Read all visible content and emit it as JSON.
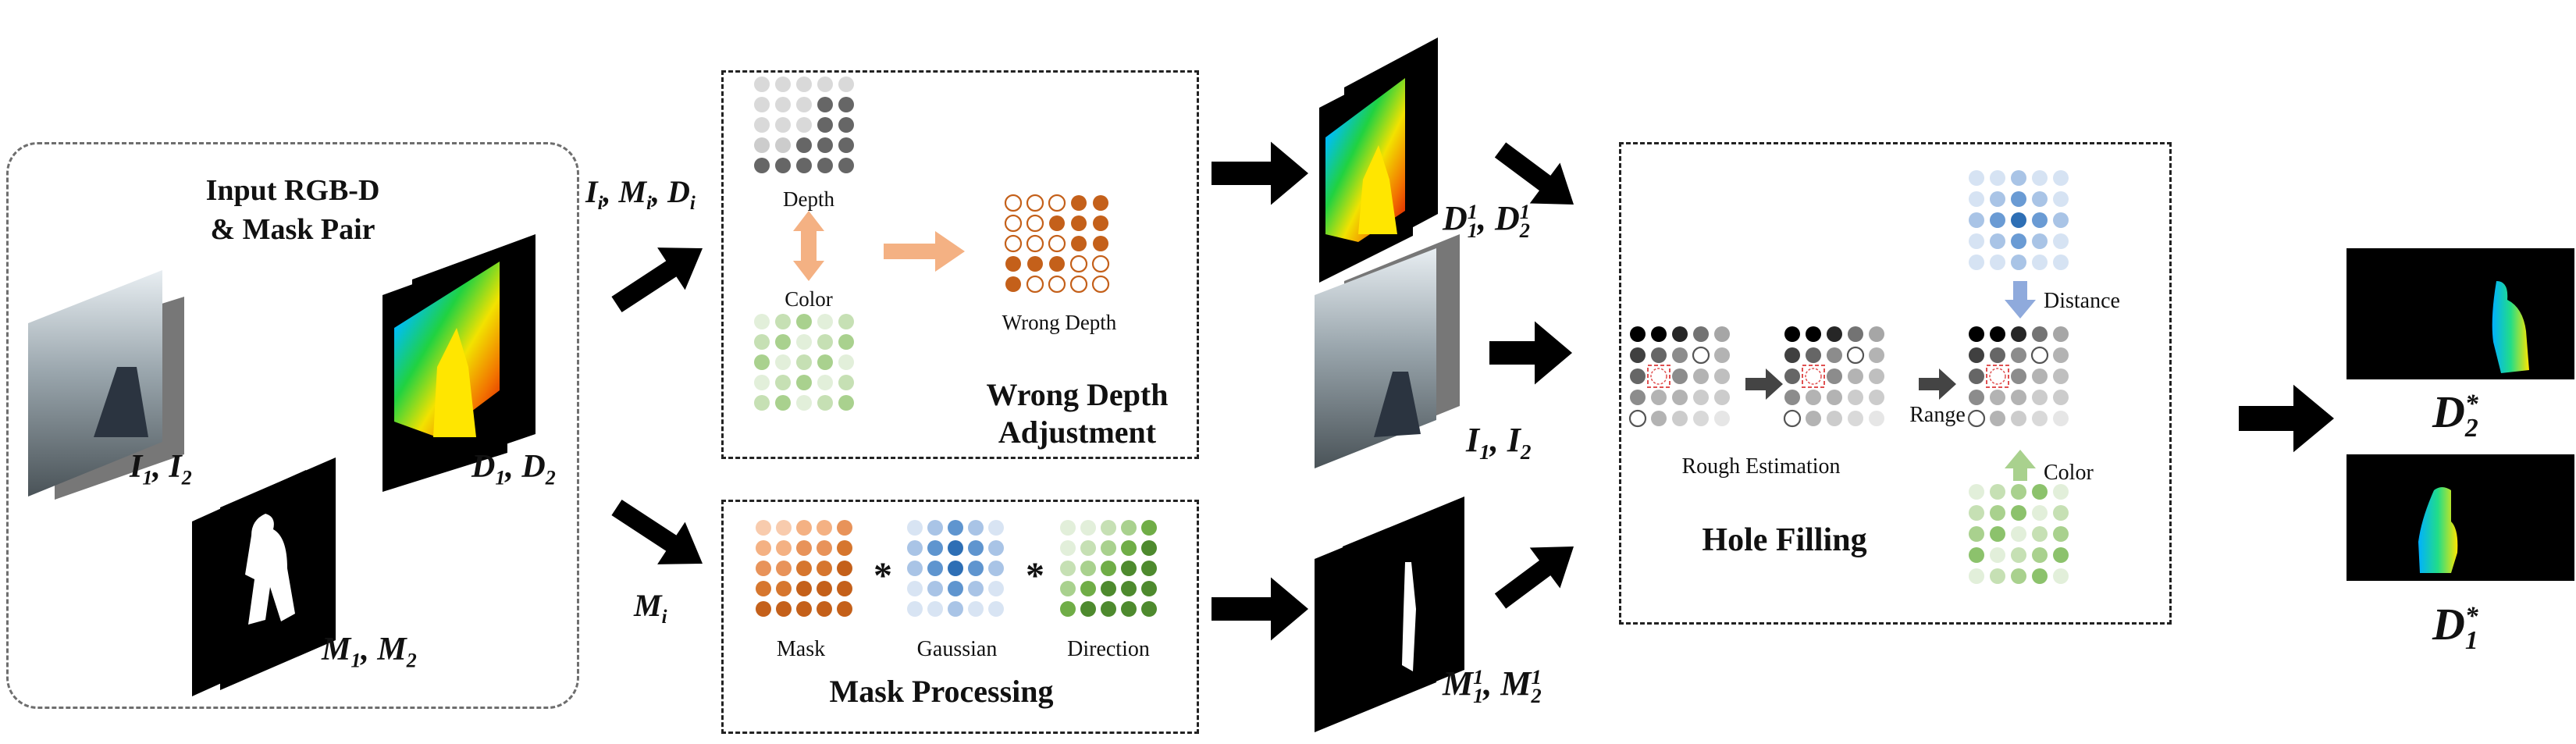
{
  "input_box": {
    "title_line1": "Input RGB-D",
    "title_line2": "& Mask Pair"
  },
  "math_labels": {
    "in_rgb_base": "I",
    "in_rgb_sub": "1",
    "in_rgb_sep": ", ",
    "in_rgb_base2": "I",
    "in_rgb_sub2": "2",
    "in_depth_base": "D",
    "in_depth_sub": "1",
    "in_depth_sep": ", ",
    "in_depth_base2": "D",
    "in_depth_sub2": "2",
    "in_mask_base": "M",
    "in_mask_sub": "1",
    "in_mask_sep": ", ",
    "in_mask_base2": "M",
    "in_mask_sub2": "2",
    "arrow_top_l1": "I",
    "arrow_top_s1": "i",
    "arrow_top_l2": ", M",
    "arrow_top_s2": "i",
    "arrow_top_l3": ", D",
    "arrow_top_s3": "i",
    "arrow_bot_base": "M",
    "arrow_bot_sub": "i",
    "d_adj_base": "D",
    "d_adj_sub": "1",
    "d_adj_sup": "1",
    "d_adj_sep": ", ",
    "d_adj_base2": "D",
    "d_adj_sub2": "2",
    "d_adj_sup2": "1",
    "mid_rgb_base": "I",
    "mid_rgb_sub": "1",
    "mid_rgb_sep": ", ",
    "mid_rgb_base2": "I",
    "mid_rgb_sub2": "2",
    "m_adj_base": "M",
    "m_adj_sub": "1",
    "m_adj_sup": "1",
    "m_adj_sep": ", ",
    "m_adj_base2": "M",
    "m_adj_sub2": "2",
    "m_adj_sup2": "1",
    "out2_base": "D",
    "out2_sub": "2",
    "out2_sup": "*",
    "out1_base": "D",
    "out1_sub": "1",
    "out1_sup": "*"
  },
  "wrong_depth_box": {
    "title_line1": "Wrong Depth",
    "title_line2": "Adjustment",
    "depth_label": "Depth",
    "color_label": "Color",
    "wrong_depth_label": "Wrong Depth"
  },
  "mask_box": {
    "title": "Mask Processing",
    "mask_label": "Mask",
    "gaussian_label": "Gaussian",
    "direction_label": "Direction",
    "operator": "*"
  },
  "hole_box": {
    "title": "Hole Filling",
    "rough_label": "Rough Estimation",
    "range_label": "Range",
    "distance_label": "Distance",
    "color_label": "Color"
  },
  "colors": {
    "orange": "#c4601a",
    "orange_light": "#f4b183",
    "blue": "#2e6fb5",
    "blue_light": "#c9daf0",
    "green": "#4e8a2e",
    "green_light": "#c6e0b4",
    "gray_dark": "#595959",
    "black": "#000000",
    "arrow_orange": "#f4b183",
    "arrow_blue": "#8faadc",
    "arrow_green": "#a9d18e"
  }
}
